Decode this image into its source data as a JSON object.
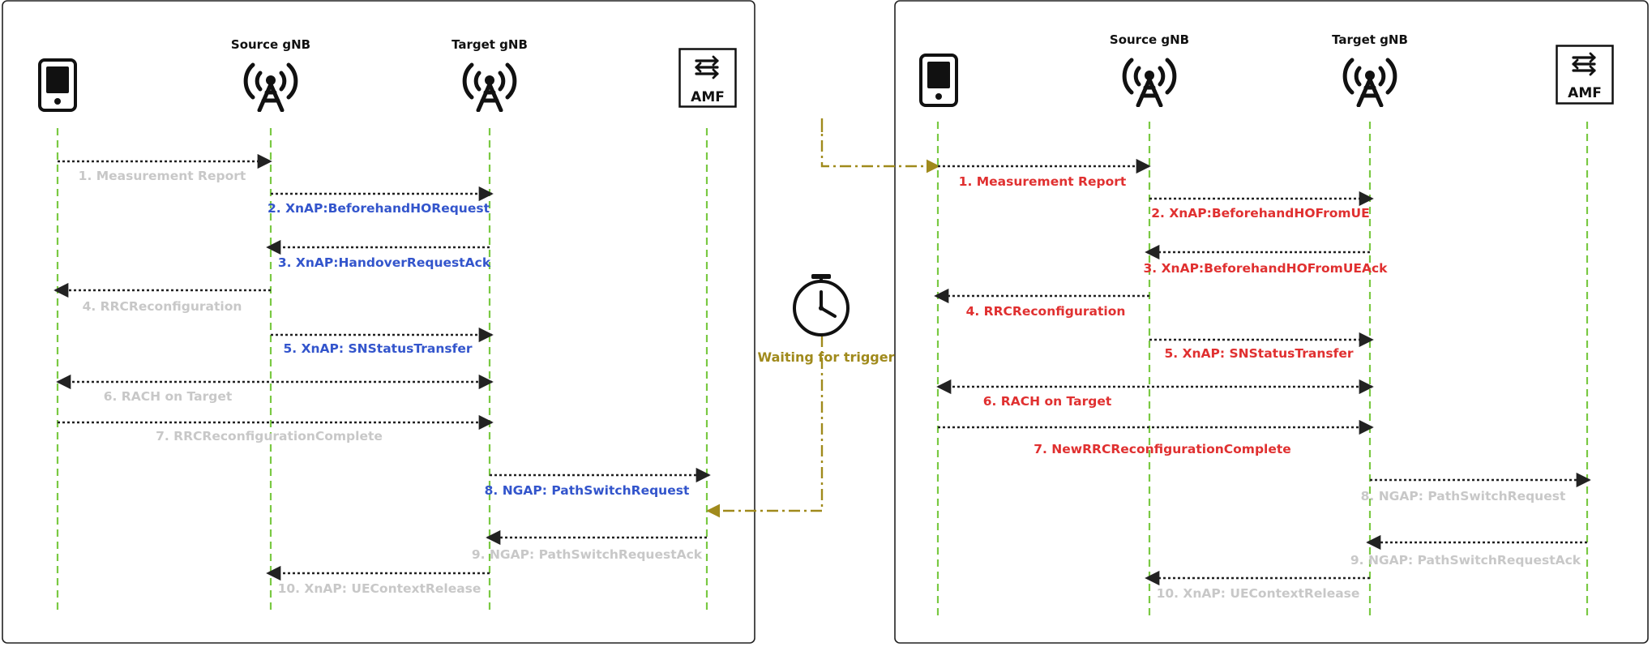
{
  "colors": {
    "lifeline": "#7ac943",
    "arrow": "#222222",
    "blue": "#3355cc",
    "red": "#e03030",
    "grey": "#c8c8c8",
    "trigger": "#a08a1c"
  },
  "left_panel": {
    "entities": {
      "ue": {
        "icon": "mobile-phone-icon"
      },
      "source": {
        "label": "Source gNB",
        "icon": "antenna-tower-icon"
      },
      "target": {
        "label": "Target gNB",
        "icon": "antenna-tower-icon"
      },
      "amf": {
        "label": "AMF",
        "icon": "amf-router-icon"
      }
    },
    "messages": [
      {
        "text": "1. Measurement Report",
        "status": "grey"
      },
      {
        "text": "2. XnAP:BeforehandHORequest",
        "status": "blue"
      },
      {
        "text": "3. XnAP:HandoverRequestAck",
        "status": "blue"
      },
      {
        "text": "4. RRCReconfiguration",
        "status": "grey"
      },
      {
        "text": "5. XnAP: SNStatusTransfer",
        "status": "blue"
      },
      {
        "text": "6. RACH on Target",
        "status": "grey"
      },
      {
        "text": "7. RRCReconfigurationComplete",
        "status": "grey"
      },
      {
        "text": "8. NGAP: PathSwitchRequest",
        "status": "blue"
      },
      {
        "text": "9. NGAP: PathSwitchRequestAck",
        "status": "grey"
      },
      {
        "text": "10. XnAP: UEContextRelease",
        "status": "grey"
      }
    ]
  },
  "trigger": {
    "label": "Waiting for trigger",
    "icon": "stopwatch-icon"
  },
  "right_panel": {
    "entities": {
      "ue": {
        "icon": "mobile-phone-icon"
      },
      "source": {
        "label": "Source gNB",
        "icon": "antenna-tower-icon"
      },
      "target": {
        "label": "Target gNB",
        "icon": "antenna-tower-icon"
      },
      "amf": {
        "label": "AMF",
        "icon": "amf-router-icon"
      }
    },
    "messages": [
      {
        "text": "1. Measurement Report",
        "status": "red"
      },
      {
        "text": "2. XnAP:BeforehandHOFromUE",
        "status": "red"
      },
      {
        "text": "3. XnAP:BeforehandHOFromUEAck",
        "status": "red"
      },
      {
        "text": "4. RRCReconfiguration",
        "status": "red"
      },
      {
        "text": "5. XnAP: SNStatusTransfer",
        "status": "red"
      },
      {
        "text": "6. RACH on Target",
        "status": "red"
      },
      {
        "text": "7. NewRRCReconfigurationComplete",
        "status": "red"
      },
      {
        "text": "8. NGAP: PathSwitchRequest",
        "status": "grey"
      },
      {
        "text": "9. NGAP: PathSwitchRequestAck",
        "status": "grey"
      },
      {
        "text": "10. XnAP: UEContextRelease",
        "status": "grey"
      }
    ]
  }
}
